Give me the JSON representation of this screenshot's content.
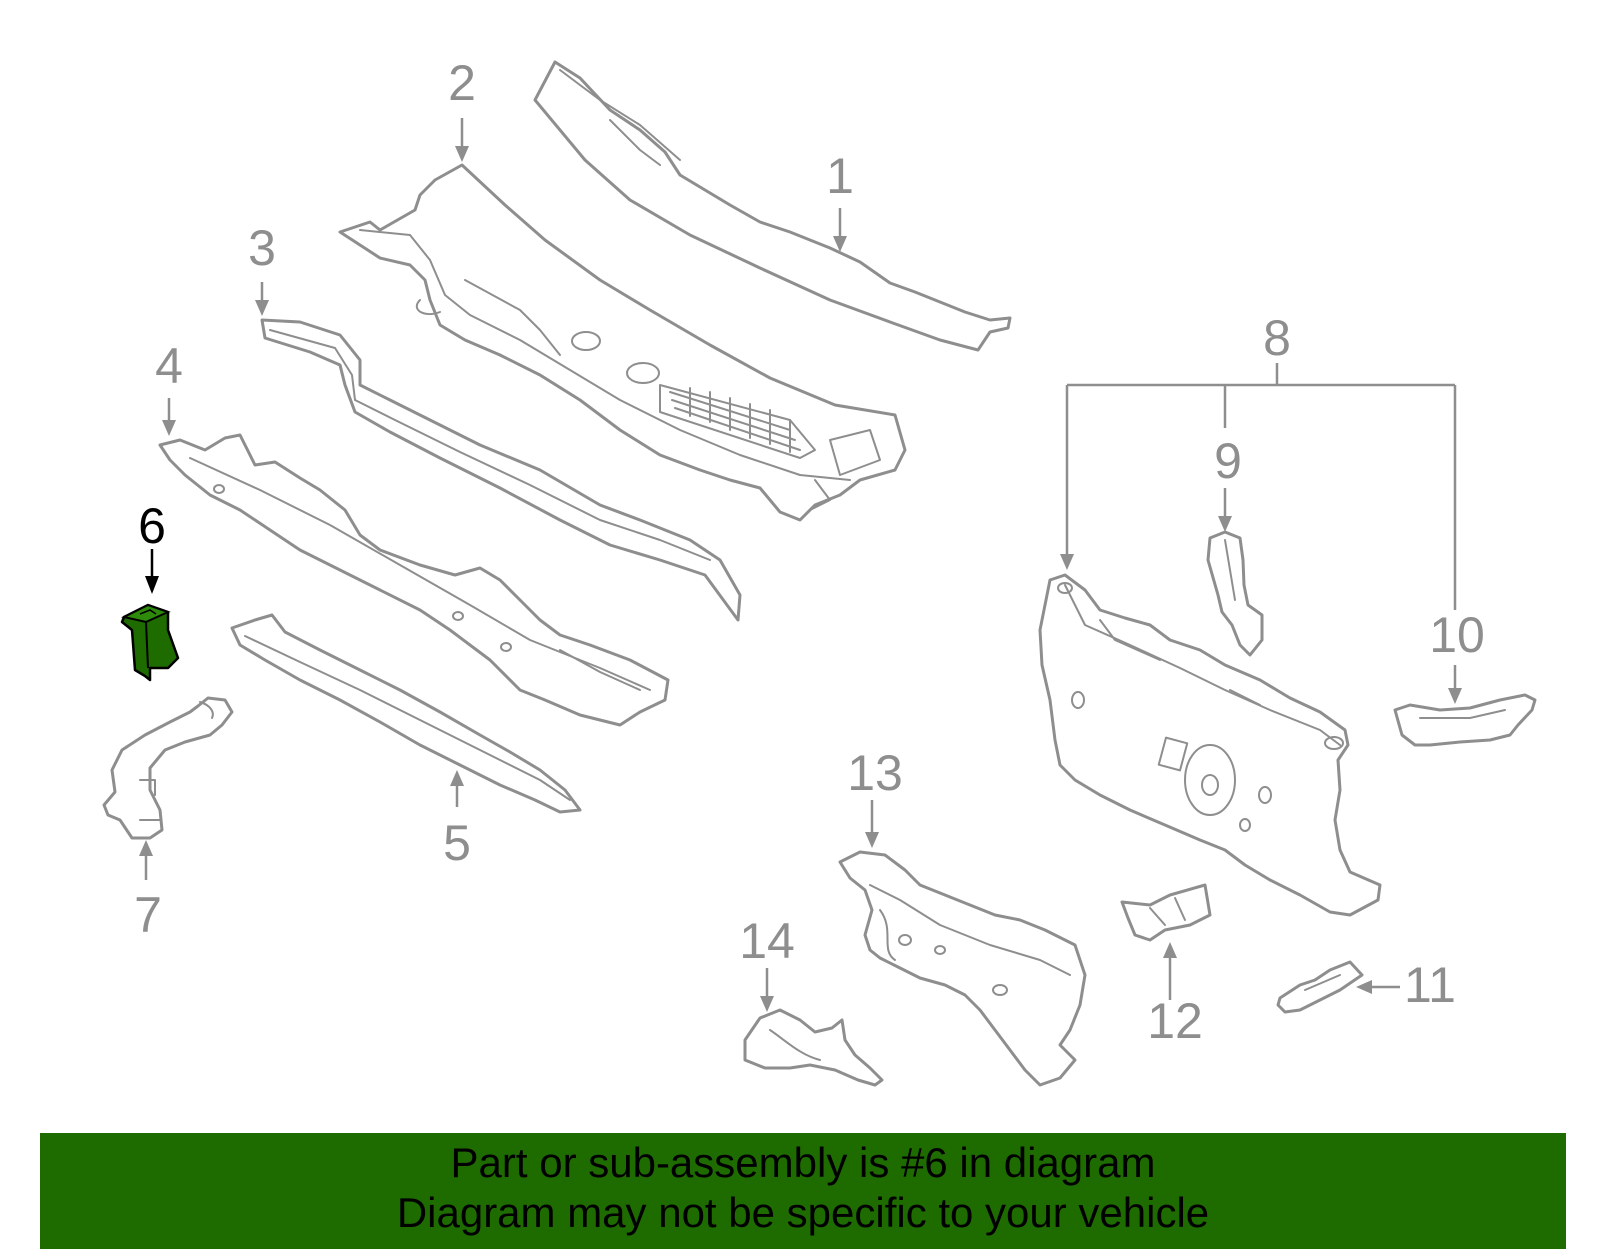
{
  "diagram": {
    "highlight_color": "#1e6b00",
    "line_color": "#8e8e8e",
    "selected_part": "6",
    "labels": [
      "1",
      "2",
      "3",
      "4",
      "5",
      "6",
      "7",
      "8",
      "9",
      "10",
      "11",
      "12",
      "13",
      "14"
    ]
  },
  "banner": {
    "line1": "Part or sub-assembly is #6 in diagram",
    "line2": "Diagram may not be specific to your vehicle",
    "background": "#1e6b00"
  }
}
